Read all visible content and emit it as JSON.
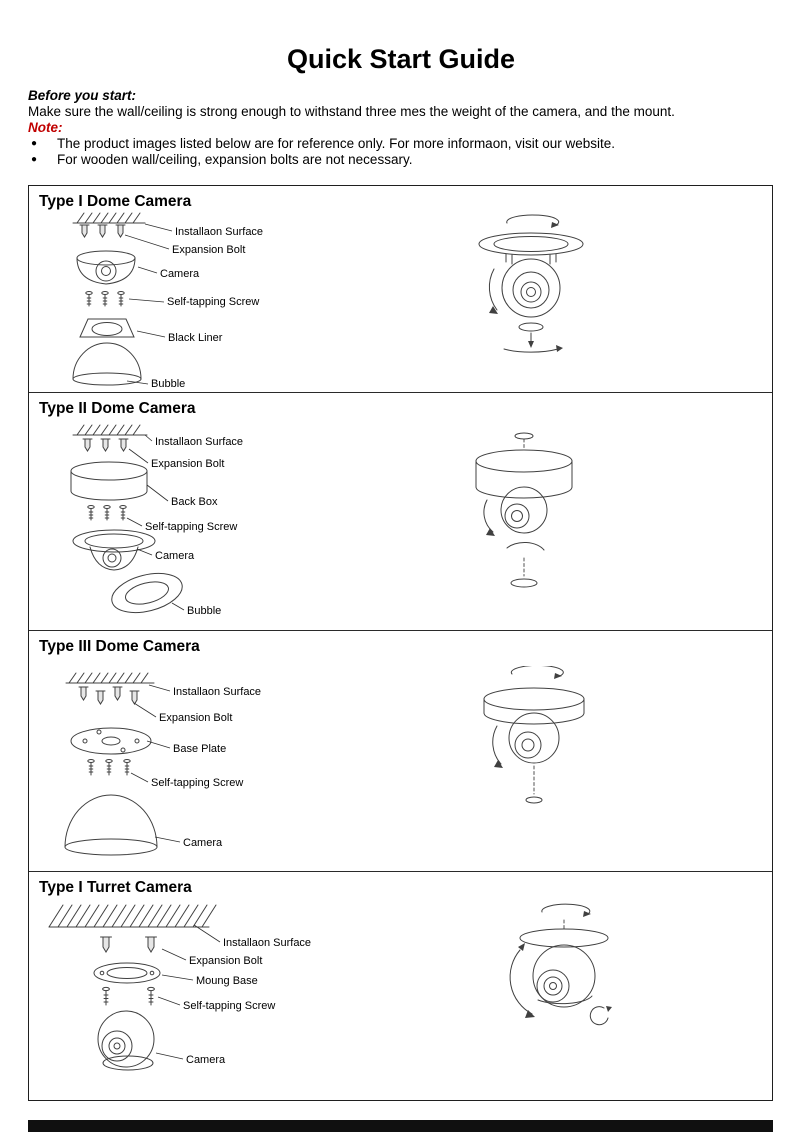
{
  "title": "Quick Start Guide",
  "intro": {
    "before_heading": "Before you start:",
    "before_text": "Make sure the wall/ceiling is strong enough to withstand three mes the weight of the camera, and the mount.",
    "note_heading": "Note:",
    "bullet_icon": "●",
    "bullets": [
      "The product images listed below are for reference only. For more informaon, visit our website.",
      "For wooden wall/ceiling, expansion bolts are not necessary."
    ]
  },
  "sections": [
    {
      "title": "Type I Dome Camera",
      "labels": [
        "Installaon Surface",
        "Expansion Bolt",
        "Camera",
        "Self-tapping Screw",
        "Black Liner",
        "Bubble"
      ]
    },
    {
      "title": "Type II Dome Camera",
      "labels": [
        "Installaon Surface",
        "Expansion Bolt",
        "Back Box",
        "Self-tapping Screw",
        "Camera",
        "Bubble"
      ]
    },
    {
      "title": "Type III Dome Camera",
      "labels": [
        "Installaon Surface",
        "Expansion Bolt",
        "Base Plate",
        "Self-tapping Screw",
        "Camera"
      ]
    },
    {
      "title": "Type I Turret Camera",
      "labels": [
        "Installaon Surface",
        "Expansion Bolt",
        "Moung Base",
        "Self-tapping Screw",
        "Camera"
      ]
    }
  ],
  "colors": {
    "note": "#c00000",
    "line": "#404040",
    "footer_bar": "#101010"
  }
}
